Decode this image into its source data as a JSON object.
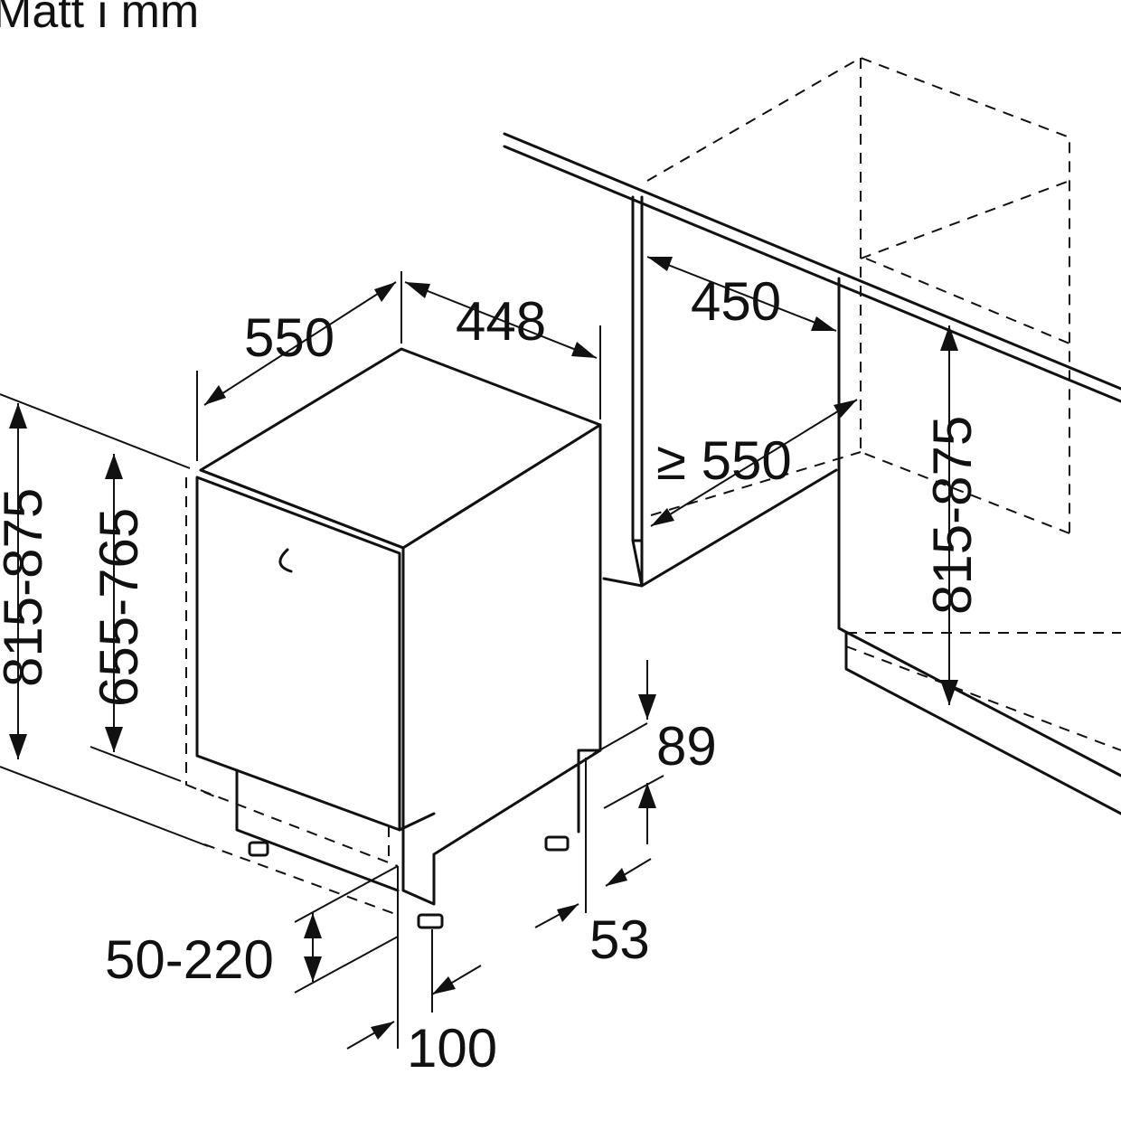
{
  "title": "Mått i mm",
  "dimensions": {
    "depth_top": "550",
    "width_top": "448",
    "niche_width": "450",
    "niche_depth": "≥ 550",
    "niche_height": "815-875",
    "total_height": "815-875",
    "door_height": "655-765",
    "toe_kick_height": "89",
    "toe_kick_depth": "53",
    "plinth_range": "50-220",
    "foot_offset": "100"
  }
}
